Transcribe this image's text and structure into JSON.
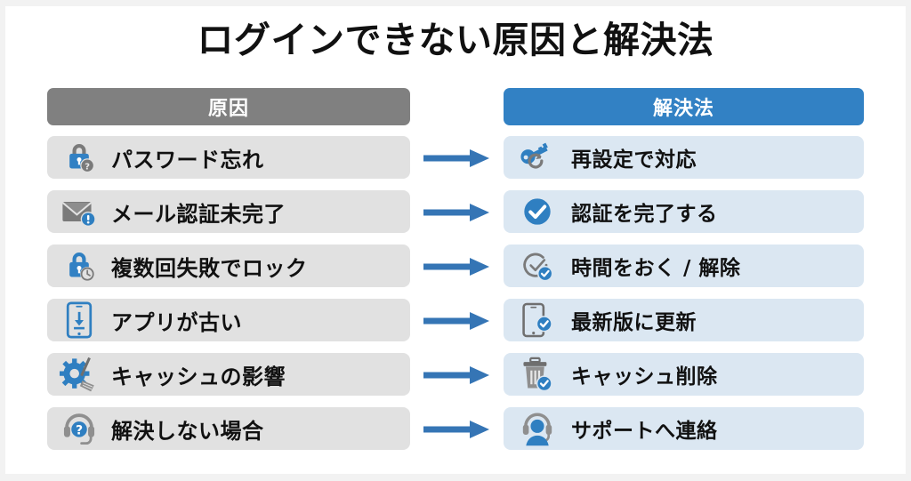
{
  "title": "ログインできない原因と解決法",
  "colors": {
    "cause_header_bg": "#808080",
    "solution_header_bg": "#3281c4",
    "cause_row_bg": "#e1e1e1",
    "solution_row_bg": "#dbe7f2",
    "arrow": "#3575b5",
    "accent_blue": "#3281c4",
    "icon_gray": "#7a7a7a",
    "text": "#111111",
    "page_bg": "#ffffff"
  },
  "columns": {
    "cause": {
      "header": "原因"
    },
    "solution": {
      "header": "解決法"
    }
  },
  "rows": [
    {
      "cause": {
        "label": "パスワード忘れ",
        "icon": "lock-question-icon"
      },
      "solution": {
        "label": "再設定で対応",
        "icon": "key-reset-icon"
      },
      "arrow": "arrow-right-icon"
    },
    {
      "cause": {
        "label": "メール認証未完了",
        "icon": "envelope-alert-icon"
      },
      "solution": {
        "label": "認証を完了する",
        "icon": "check-circle-icon"
      },
      "arrow": "arrow-right-icon"
    },
    {
      "cause": {
        "label": "複数回失敗でロック",
        "icon": "lock-clock-icon"
      },
      "solution": {
        "label": "時間をおく / 解除",
        "icon": "clock-check-icon"
      },
      "arrow": "arrow-right-icon"
    },
    {
      "cause": {
        "label": "アプリが古い",
        "icon": "phone-download-icon"
      },
      "solution": {
        "label": "最新版に更新",
        "icon": "phone-check-icon"
      },
      "arrow": "arrow-right-icon"
    },
    {
      "cause": {
        "label": "キャッシュの影響",
        "icon": "gear-broom-icon"
      },
      "solution": {
        "label": "キャッシュ削除",
        "icon": "trash-check-icon"
      },
      "arrow": "arrow-right-icon"
    },
    {
      "cause": {
        "label": "解決しない場合",
        "icon": "headset-question-icon"
      },
      "solution": {
        "label": "サポートへ連絡",
        "icon": "support-agent-icon"
      },
      "arrow": "arrow-right-icon"
    }
  ]
}
